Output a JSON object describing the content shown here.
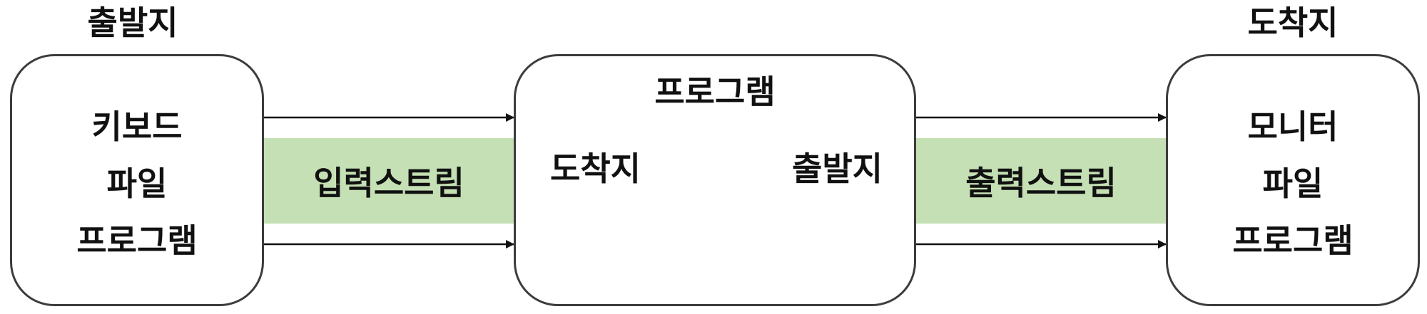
{
  "source": {
    "heading": "출발지",
    "items": [
      "키보드",
      "파일",
      "프로그램"
    ]
  },
  "program": {
    "title": "프로그램",
    "arrival_label": "도착지",
    "departure_label": "출발지"
  },
  "destination": {
    "heading": "도착지",
    "items": [
      "모니터",
      "파일",
      "프로그램"
    ]
  },
  "streams": {
    "input": "입력스트림",
    "output": "출력스트림"
  },
  "colors": {
    "stream_band": "#c5e0b4",
    "border": "#3c3c3c",
    "arrow": "#111111"
  }
}
